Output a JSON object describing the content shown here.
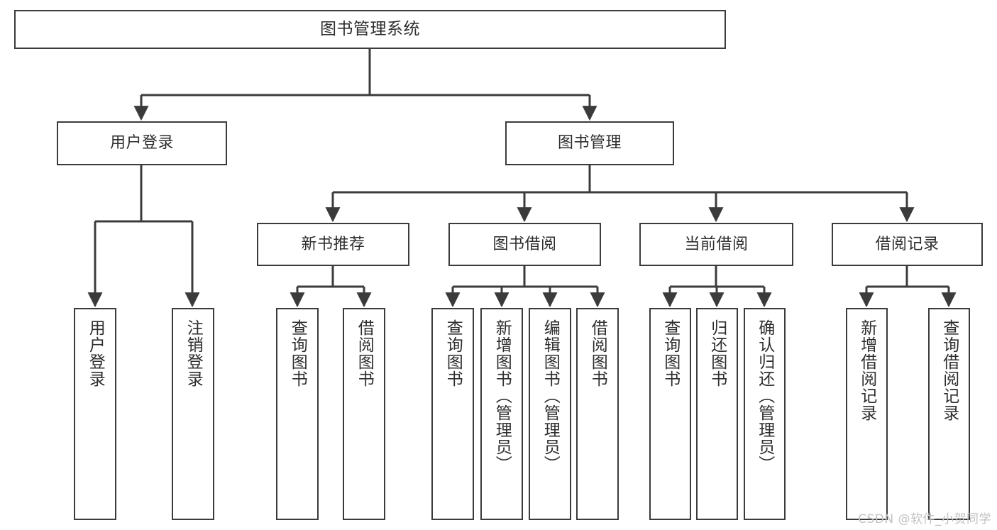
{
  "diagram": {
    "title": "图书管理系统",
    "type": "hierarchy-tree",
    "watermark": "CSDN @软件_小贺同学",
    "colors": {
      "stroke": "#3b3b3b",
      "text": "#2e2e2e",
      "background": "#ffffff",
      "watermark": "#c2c2c2"
    },
    "levels": {
      "root": {
        "label": "图书管理系统"
      },
      "level2": [
        {
          "id": "user-login",
          "label": "用户登录"
        },
        {
          "id": "book-management",
          "label": "图书管理"
        }
      ],
      "level3": [
        {
          "id": "new-book-recommend",
          "label": "新书推荐",
          "parent": "book-management"
        },
        {
          "id": "book-borrow",
          "label": "图书借阅",
          "parent": "book-management"
        },
        {
          "id": "current-borrow",
          "label": "当前借阅",
          "parent": "book-management"
        },
        {
          "id": "borrow-record",
          "label": "借阅记录",
          "parent": "book-management"
        }
      ],
      "leaves": [
        {
          "id": "leaf-user-login",
          "label": "用户登录",
          "parent": "user-login"
        },
        {
          "id": "leaf-user-logout",
          "label": "注销登录",
          "parent": "user-login"
        },
        {
          "id": "leaf-query-book-1",
          "label": "查询图书",
          "parent": "new-book-recommend"
        },
        {
          "id": "leaf-borrow-book-1",
          "label": "借阅图书",
          "parent": "new-book-recommend"
        },
        {
          "id": "leaf-query-book-2",
          "label": "查询图书",
          "parent": "book-borrow"
        },
        {
          "id": "leaf-add-book",
          "label": "新增图书（管理员）",
          "parent": "book-borrow"
        },
        {
          "id": "leaf-edit-book",
          "label": "编辑图书（管理员）",
          "parent": "book-borrow"
        },
        {
          "id": "leaf-borrow-book-2",
          "label": "借阅图书",
          "parent": "book-borrow"
        },
        {
          "id": "leaf-query-book-3",
          "label": "查询图书",
          "parent": "current-borrow"
        },
        {
          "id": "leaf-return-book",
          "label": "归还图书",
          "parent": "current-borrow"
        },
        {
          "id": "leaf-confirm-return",
          "label": "确认归还（管理员）",
          "parent": "current-borrow"
        },
        {
          "id": "leaf-add-record",
          "label": "新增借阅记录",
          "parent": "borrow-record"
        },
        {
          "id": "leaf-query-record",
          "label": "查询借阅记录",
          "parent": "borrow-record"
        }
      ]
    }
  }
}
